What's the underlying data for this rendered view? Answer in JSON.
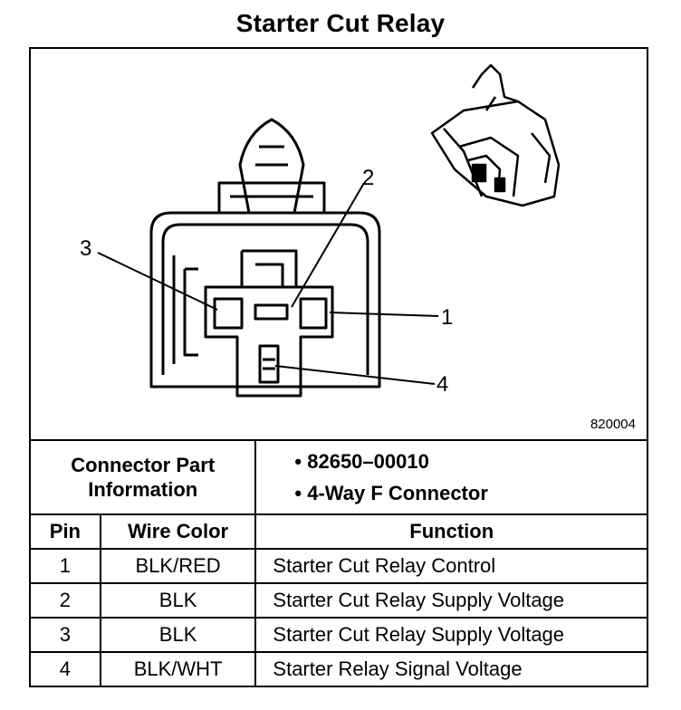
{
  "title": "Starter Cut Relay",
  "figure": {
    "id": "820004",
    "callouts": [
      "1",
      "2",
      "3",
      "4"
    ]
  },
  "connector_info": {
    "label_line1": "Connector Part",
    "label_line2": "Information",
    "bullets": [
      "82650–00010",
      "4-Way F Connector"
    ]
  },
  "table": {
    "headers": [
      "Pin",
      "Wire Color",
      "Function"
    ],
    "rows": [
      {
        "pin": "1",
        "wire": "BLK/RED",
        "function": "Starter Cut Relay Control"
      },
      {
        "pin": "2",
        "wire": "BLK",
        "function": "Starter Cut Relay Supply Voltage"
      },
      {
        "pin": "3",
        "wire": "BLK",
        "function": "Starter Cut Relay Supply Voltage"
      },
      {
        "pin": "4",
        "wire": "BLK/WHT",
        "function": "Starter Relay Signal Voltage"
      }
    ]
  }
}
